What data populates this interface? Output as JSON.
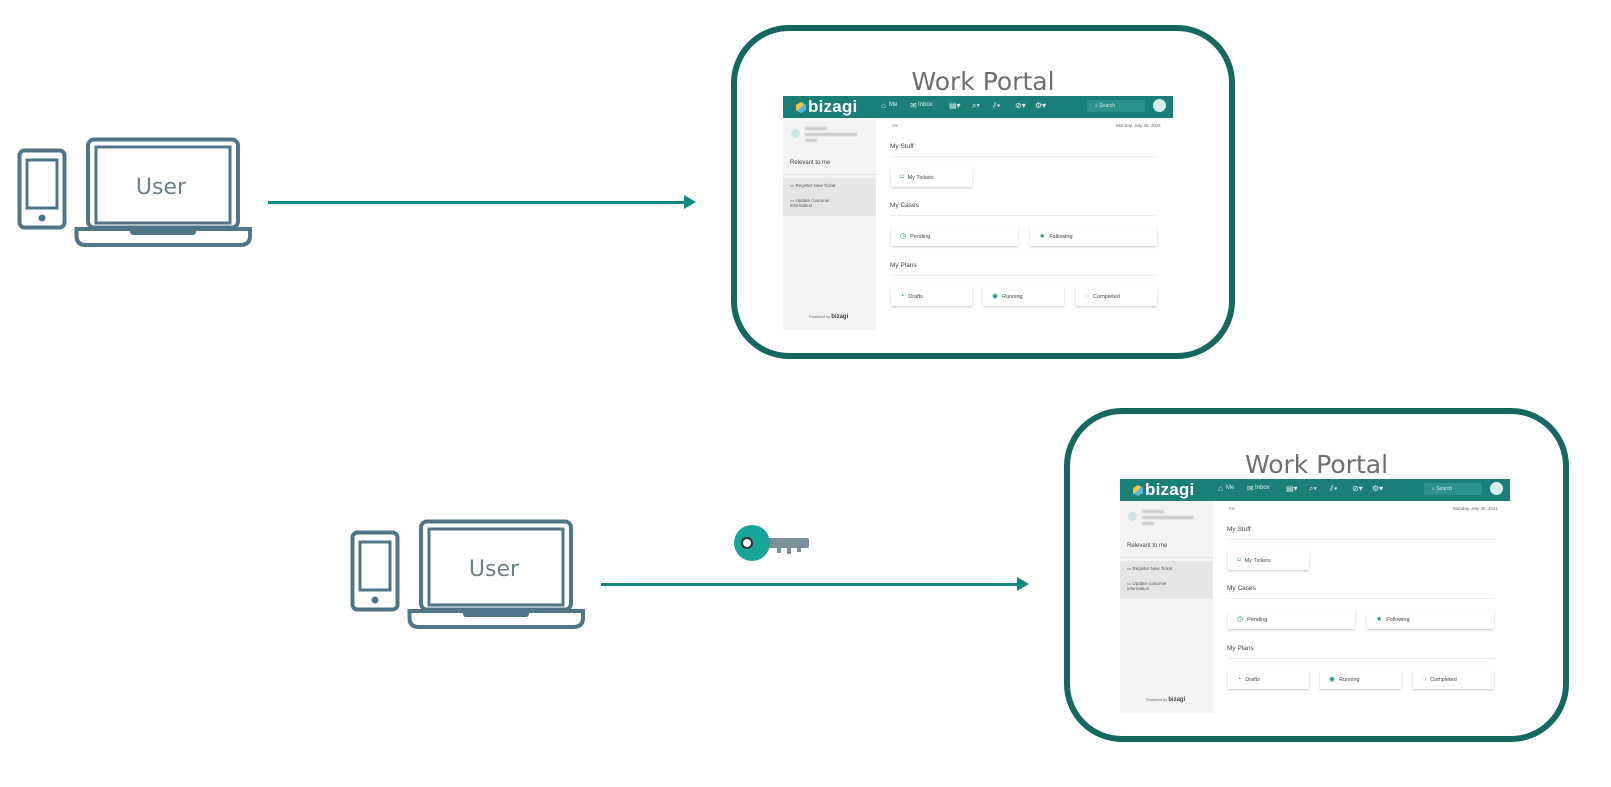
{
  "devices": {
    "top": {
      "user_label": "User",
      "icons": [
        "mobile-phone-icon",
        "laptop-icon"
      ]
    },
    "bottom": {
      "user_label": "User",
      "icons": [
        "mobile-phone-icon",
        "laptop-icon"
      ],
      "credential_icon": "key-icon"
    }
  },
  "colors": {
    "arrow": "#12897d",
    "frame": "#15685f",
    "device": "#4f7589",
    "topbar": "#1a7f78"
  },
  "portals": [
    {
      "title": "Work Portal",
      "logo": "bizagi",
      "nav": {
        "me": "Me",
        "inbox": "Inbox",
        "search_placeholder": "Search"
      },
      "sidebar": {
        "relevant": "Relevant to me",
        "items": [
          "Register New Ticket",
          "Update customer information"
        ],
        "powered_by": "Powered by",
        "powered_brand": "bizagi"
      },
      "main": {
        "breadcrumb": "Me",
        "date": "Monday, July 26, 2021",
        "my_stuff": {
          "title": "My Stuff",
          "cards": [
            "My Tickets"
          ]
        },
        "my_cases": {
          "title": "My Cases",
          "cards": [
            "Pending",
            "Following"
          ]
        },
        "my_plans": {
          "title": "My Plans",
          "cards": [
            "Drafts",
            "Running",
            "Completed"
          ]
        }
      }
    },
    {
      "title": "Work Portal",
      "logo": "bizagi",
      "nav": {
        "me": "Me",
        "inbox": "Inbox",
        "search_placeholder": "Search"
      },
      "sidebar": {
        "relevant": "Relevant to me",
        "items": [
          "Register New Ticket",
          "Update customer information"
        ],
        "powered_by": "Powered by",
        "powered_brand": "bizagi"
      },
      "main": {
        "breadcrumb": "Me",
        "date": "Monday, July 26, 2021",
        "my_stuff": {
          "title": "My Stuff",
          "cards": [
            "My Tickets"
          ]
        },
        "my_cases": {
          "title": "My Cases",
          "cards": [
            "Pending",
            "Following"
          ]
        },
        "my_plans": {
          "title": "My Plans",
          "cards": [
            "Drafts",
            "Running",
            "Completed"
          ]
        }
      }
    }
  ]
}
